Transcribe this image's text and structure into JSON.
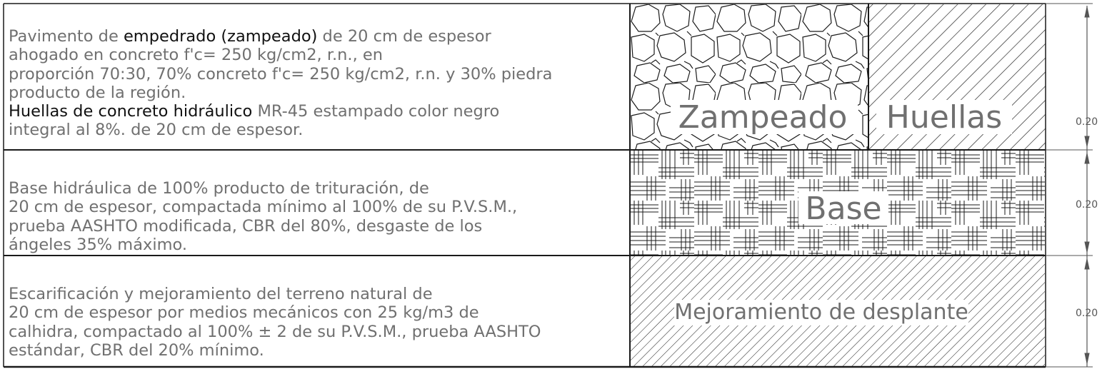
{
  "layers": [
    {
      "id": "zampeado",
      "description_parts": [
        {
          "text": "Pavimento de ",
          "emphasis": false
        },
        {
          "text": "empedrado (zampeado)",
          "emphasis": true
        },
        {
          "text": " de 20 cm de espesor\nahogado en concreto f'c= 250 kg/cm2, r.n., en\nproporción 70:30, 70% concreto f'c= 250 kg/cm2, r.n. y 30% piedra\nproducto de la región.\n",
          "emphasis": false
        },
        {
          "text": "Huellas de concreto hidráulico",
          "emphasis": true
        },
        {
          "text": " MR-45 estampado color negro\nintegral al 8%. de 20 cm de espesor.",
          "emphasis": false
        }
      ],
      "labels": [
        "Zampeado",
        "Huellas"
      ],
      "patterns": [
        "stone-pattern",
        "diagonal-hatch"
      ],
      "thickness": "0.20"
    },
    {
      "id": "base",
      "description_parts": [
        {
          "text": "Base hidráulica de 100% producto de trituración, de\n20 cm de espesor, compactada mínimo al 100% de su P.V.S.M.,\nprueba AASHTO modificada, CBR del 80%, desgaste de los\nángeles 35% máximo.",
          "emphasis": false
        }
      ],
      "labels": [
        "Base"
      ],
      "patterns": [
        "crosshatch-grid"
      ],
      "thickness": "0.20"
    },
    {
      "id": "mejoramiento",
      "description_parts": [
        {
          "text": "Escarificación y mejoramiento del terreno natural de\n20 cm de espesor por medios mecánicos con 25 kg/m3 de\ncalhidra, compactado al 100% ± 2 de su P.V.S.M., prueba AASHTO\nestándar, CBR del 20% mínimo.",
          "emphasis": false
        }
      ],
      "labels": [
        "Mejoramiento de desplante"
      ],
      "patterns": [
        "fine-diagonal-hatch"
      ],
      "thickness": "0.20"
    }
  ],
  "colors": {
    "line": "#1a1a1a",
    "text": "#707070",
    "emphasis": "#111111",
    "dimension": "#555555"
  }
}
